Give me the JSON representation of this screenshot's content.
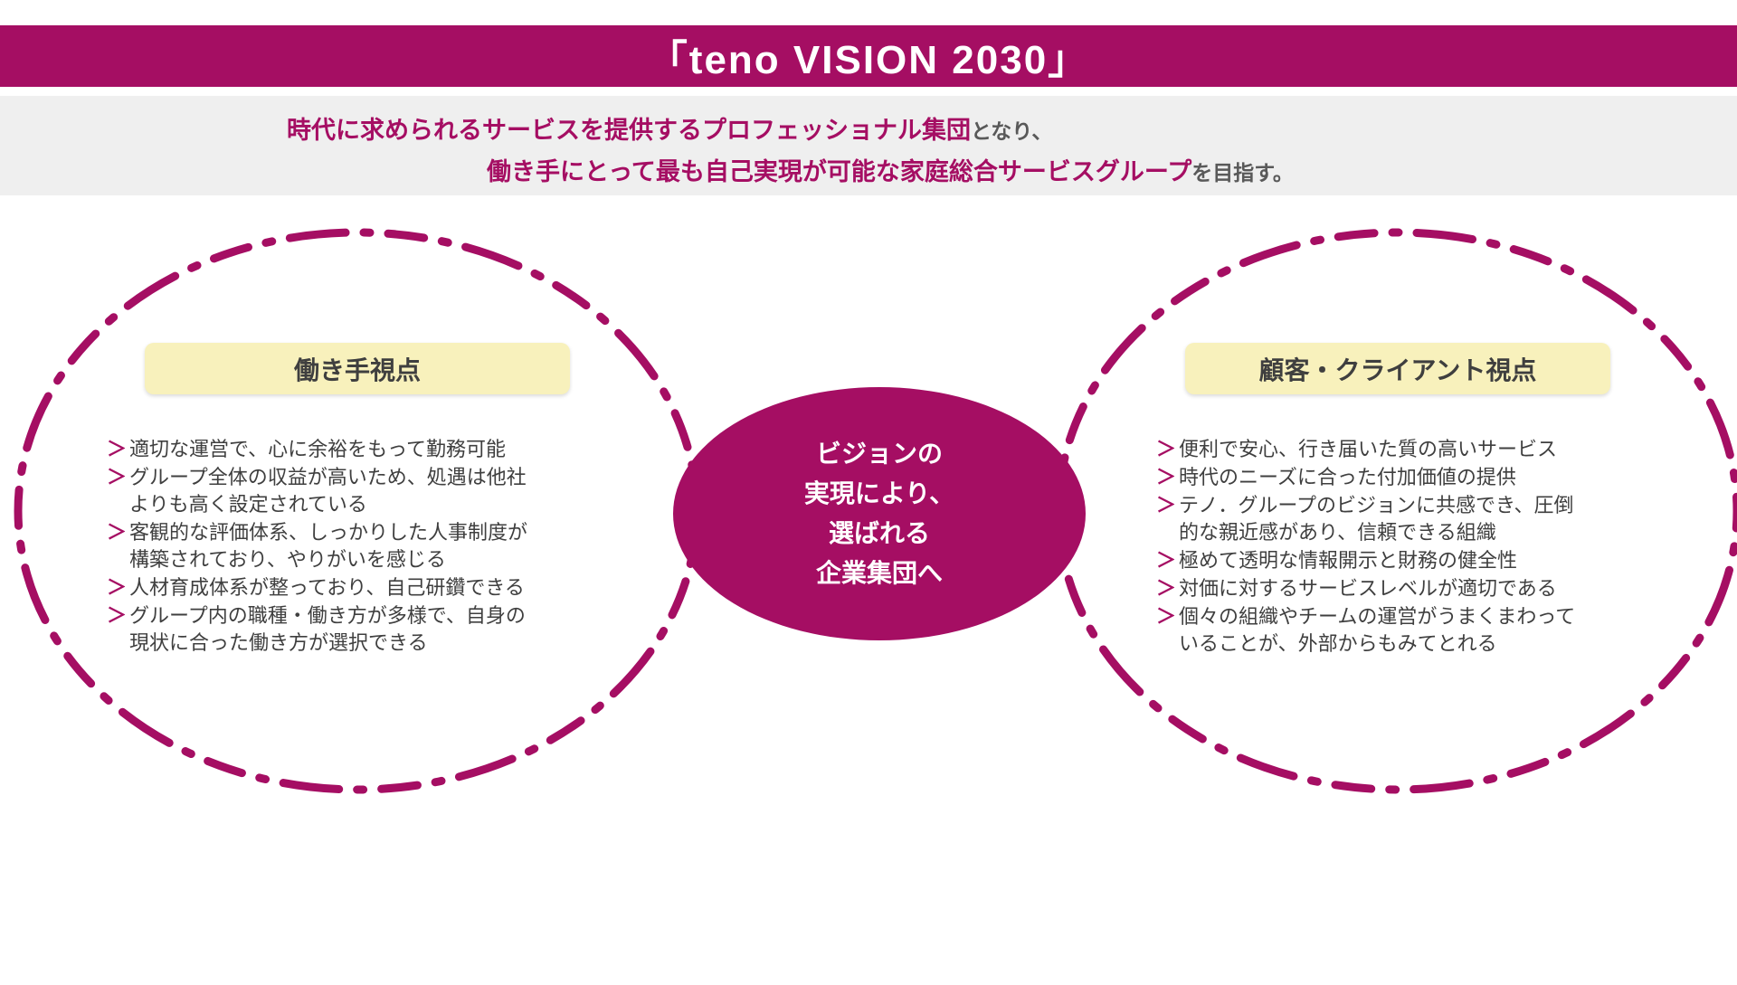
{
  "colors": {
    "accent": "#a50e63",
    "band_bg": "#efefef",
    "label_bg": "#f8f1bc",
    "text_dark": "#3f3f3f",
    "text_gray": "#595959"
  },
  "icons": {
    "bullet_glyph": "＞"
  },
  "banner": {
    "title": "「teno VISION 2030」"
  },
  "subtitle": {
    "line1_highlight": "時代に求められるサービスを提供するプロフェッショナル集団",
    "line1_suffix": "となり、",
    "line2_highlight": "働き手にとって最も自己実現が可能な家庭総合サービスグループ",
    "line2_suffix": "を目指す。"
  },
  "left_circle": {
    "label": "働き手視点",
    "items": [
      "適切な運営で、心に余裕をもって勤務可能",
      "グループ全体の収益が高いため、処遇は他社\nよりも高く設定されている",
      "客観的な評価体系、しっかりした人事制度が\n構築されており、やりがいを感じる",
      "人材育成体系が整っており、自己研鑽できる",
      "グループ内の職種・働き方が多様で、自身の\n現状に合った働き方が選択できる"
    ]
  },
  "right_circle": {
    "label": "顧客・クライアント視点",
    "items": [
      "便利で安心、行き届いた質の高いサービス",
      "時代のニーズに合った付加価値の提供",
      "テノ．グループのビジョンに共感でき、圧倒\n的な親近感があり、信頼できる組織",
      "極めて透明な情報開示と財務の健全性",
      "対価に対するサービスレベルが適切である",
      "個々の組織やチームの運営がうまくまわって\nいることが、外部からもみてとれる"
    ]
  },
  "center": {
    "statement": "ビジョンの\n実現により、\n選ばれる\n企業集団へ"
  }
}
